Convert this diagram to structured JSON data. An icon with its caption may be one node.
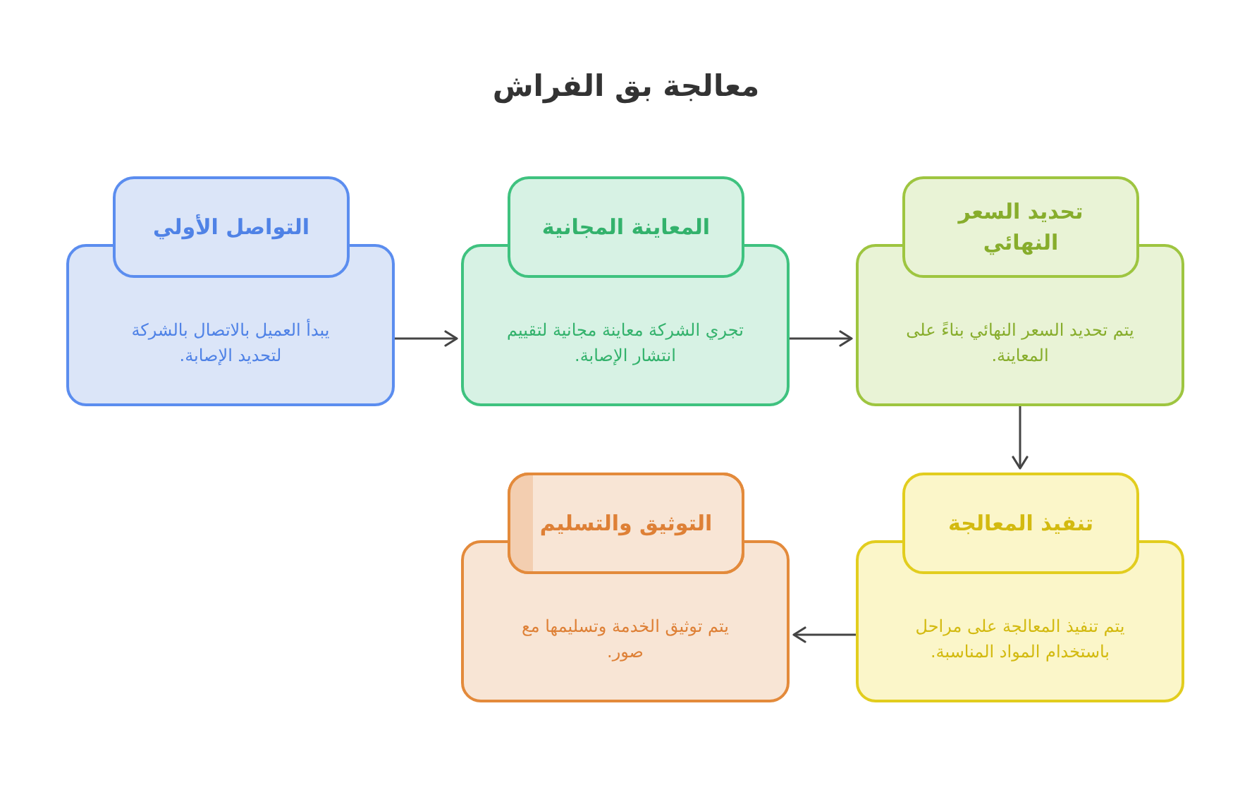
{
  "diagram": {
    "title": "معالجة بق الفراش",
    "nodes": [
      {
        "text": [
          "التواصل الأولي",
          "يبدأ العميل بالاتصال بالشركة لتحديد الإصابة."
        ]
      },
      {
        "text": [
          "المعاينة المجانية",
          "تجري الشركة معاينة مجانية لتقييم انتشار الإصابة."
        ]
      },
      {
        "text": [
          "تحديد السعر النهائي",
          "يتم تحديد السعر النهائي بناءً على المعاينة."
        ]
      },
      {
        "text": [
          "تنفيذ المعالجة",
          "يتم تنفيذ المعالجة على مراحل باستخدام المواد المناسبة."
        ]
      },
      {
        "text": [
          "التوثيق والتسليم",
          "يتم توثيق الخدمة وتسليمها مع صور."
        ]
      }
    ],
    "edges": [
      {
        "from": 0,
        "to": 1,
        "arrow": "to"
      },
      {
        "from": 1,
        "to": 2,
        "arrow": "to"
      },
      {
        "from": 2,
        "to": 3,
        "arrow": "to"
      },
      {
        "from": 3,
        "to": 4,
        "arrow": "to"
      }
    ]
  }
}
